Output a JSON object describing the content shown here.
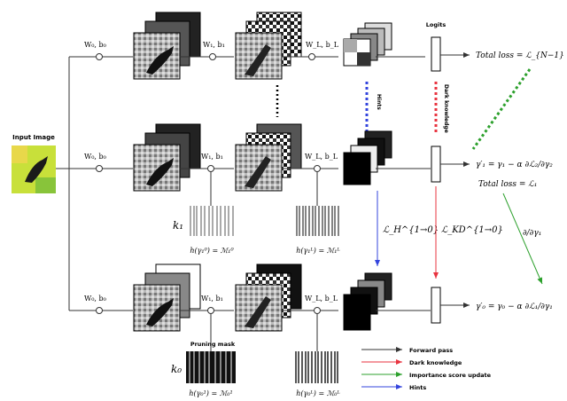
{
  "input_label": "Input Image",
  "rows": [
    {
      "w0": "W₀, b₀",
      "w1": "W₁, b₁",
      "wL": "W_L, b_L",
      "output_label": "Logits",
      "loss": "Total loss = ℒ_{N−1}"
    },
    {
      "w0": "W₀, b₀",
      "w1": "W₁, b₁",
      "wL": "W_L, b_L",
      "gamma_update": "γ′₁ = γ₁ − α ∂ℒ₂/∂γ₂",
      "loss": "Total loss = ℒ₁",
      "k": "k₁",
      "mask1": "h(γ₁⁰) = ℳ₁⁰",
      "mask2": "h(γ₁ᴸ) = ℳ₁ᴸ"
    },
    {
      "w0": "W₀, b₀",
      "w1": "W₁, b₁",
      "wL": "W_L, b_L",
      "gamma_update": "γ′₀ = γ₀ − α ∂ℒ₁/∂γ₁",
      "k": "k₀",
      "pruning_mask_label": "Pruning mask",
      "mask1": "h(γ₀¹) = ℳ₀¹",
      "mask2": "h(γ₀ᴸ) = ℳ₀ᴸ"
    }
  ],
  "vertical_labels": {
    "hints": "Hints",
    "dark_knowledge": "Dark knowledge",
    "hint_loss": "ℒ_H^{1→0}",
    "kd_loss": "ℒ_KD^{1→0}",
    "grad": "∂/∂γ₁"
  },
  "legend": [
    {
      "label": "Forward pass",
      "color": "#333333"
    },
    {
      "label": "Dark knowledge",
      "color": "#e8333f"
    },
    {
      "label": "Importance score update",
      "color": "#2ca02c"
    },
    {
      "label": "Hints",
      "color": "#3344dd"
    }
  ]
}
